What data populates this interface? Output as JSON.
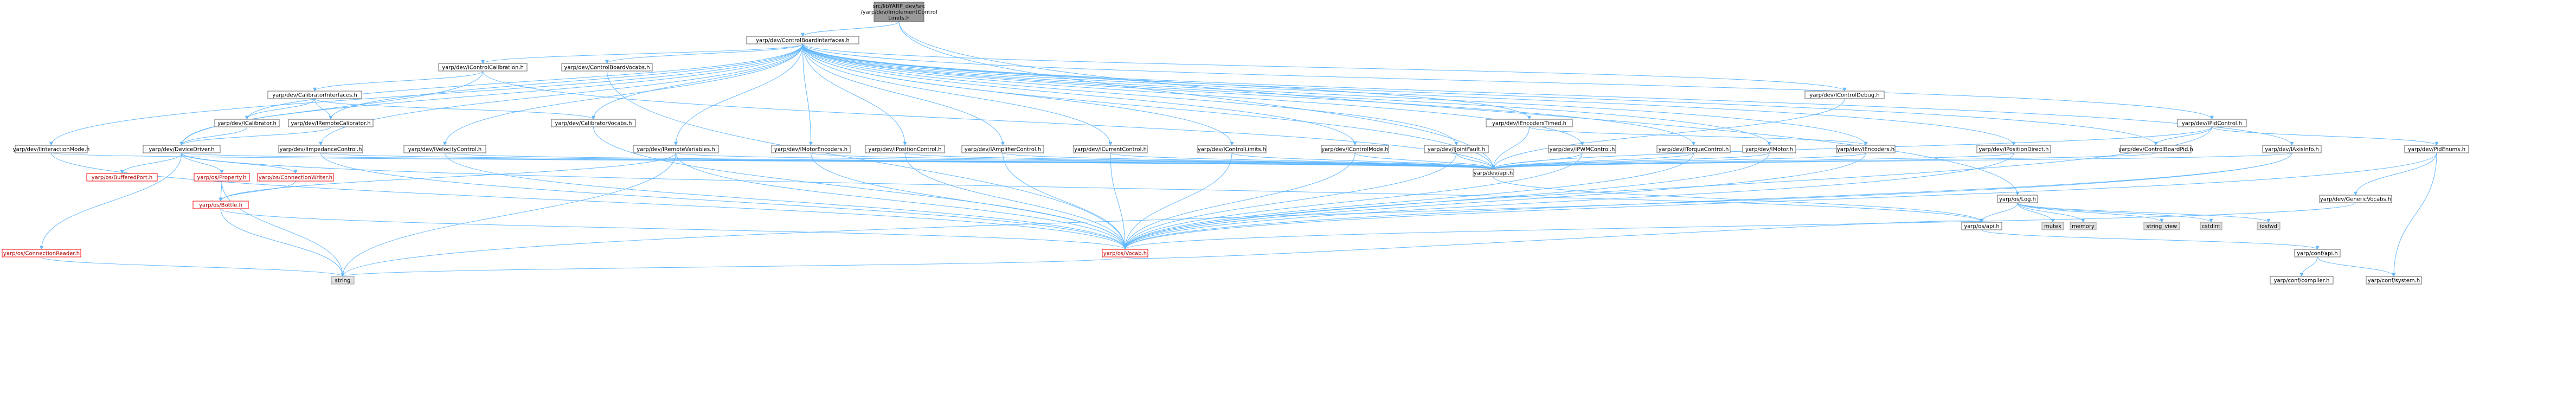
{
  "colors": {
    "root_fill": "#999999",
    "root_border": "#666666",
    "normal_fill": "#ffffff",
    "normal_border": "#666666",
    "normal_text": "#000000",
    "red_text": "#b30000",
    "red_border": "#ff0000",
    "system_fill": "#e0e0e0",
    "system_border": "#999999",
    "edge": "#63b8ff"
  },
  "nodes": [
    {
      "id": "root",
      "lines": [
        "src/libYARP_dev/src",
        "/yarp/dev/ImplementControl",
        "Limits.h"
      ],
      "style": "root"
    },
    {
      "id": "cbi",
      "lines": [
        "yarp/dev/ControlBoardInterfaces.h"
      ],
      "style": "normal"
    },
    {
      "id": "icc",
      "lines": [
        "yarp/dev/IControlCalibration.h"
      ],
      "style": "normal"
    },
    {
      "id": "cbv",
      "lines": [
        "yarp/dev/ControlBoardVocabs.h"
      ],
      "style": "normal"
    },
    {
      "id": "cif",
      "lines": [
        "yarp/dev/CalibratorInterfaces.h"
      ],
      "style": "normal"
    },
    {
      "id": "ical",
      "lines": [
        "yarp/dev/ICalibrator.h"
      ],
      "style": "normal"
    },
    {
      "id": "irc",
      "lines": [
        "yarp/dev/IRemoteCalibrator.h"
      ],
      "style": "normal"
    },
    {
      "id": "calv",
      "lines": [
        "yarp/dev/CalibratorVocabs.h"
      ],
      "style": "normal"
    },
    {
      "id": "iet",
      "lines": [
        "yarp/dev/IEncodersTimed.h"
      ],
      "style": "normal"
    },
    {
      "id": "icd",
      "lines": [
        "yarp/dev/IControlDebug.h"
      ],
      "style": "normal"
    },
    {
      "id": "ipid",
      "lines": [
        "yarp/dev/IPidControl.h"
      ],
      "style": "normal"
    },
    {
      "id": "iim",
      "lines": [
        "yarp/dev/IInteractionMode.h"
      ],
      "style": "normal"
    },
    {
      "id": "dd",
      "lines": [
        "yarp/dev/DeviceDriver.h"
      ],
      "style": "normal"
    },
    {
      "id": "iic",
      "lines": [
        "yarp/dev/IImpedanceControl.h"
      ],
      "style": "normal"
    },
    {
      "id": "ivc",
      "lines": [
        "yarp/dev/IVelocityControl.h"
      ],
      "style": "normal"
    },
    {
      "id": "irv",
      "lines": [
        "yarp/dev/IRemoteVariables.h"
      ],
      "style": "normal"
    },
    {
      "id": "ime",
      "lines": [
        "yarp/dev/IMotorEncoders.h"
      ],
      "style": "normal"
    },
    {
      "id": "ipc",
      "lines": [
        "yarp/dev/IPositionControl.h"
      ],
      "style": "normal"
    },
    {
      "id": "iac",
      "lines": [
        "yarp/dev/IAmplifierControl.h"
      ],
      "style": "normal"
    },
    {
      "id": "icuc",
      "lines": [
        "yarp/dev/ICurrentControl.h"
      ],
      "style": "normal"
    },
    {
      "id": "icl",
      "lines": [
        "yarp/dev/IControlLimits.h"
      ],
      "style": "normal"
    },
    {
      "id": "icm",
      "lines": [
        "yarp/dev/IControlMode.h"
      ],
      "style": "normal"
    },
    {
      "id": "ijf",
      "lines": [
        "yarp/dev/IJointFault.h"
      ],
      "style": "normal"
    },
    {
      "id": "ipwm",
      "lines": [
        "yarp/dev/IPWMControl.h"
      ],
      "style": "normal"
    },
    {
      "id": "itc",
      "lines": [
        "yarp/dev/ITorqueControl.h"
      ],
      "style": "normal"
    },
    {
      "id": "imot",
      "lines": [
        "yarp/dev/IMotor.h"
      ],
      "style": "normal"
    },
    {
      "id": "ienc",
      "lines": [
        "yarp/dev/IEncoders.h"
      ],
      "style": "normal"
    },
    {
      "id": "ipd",
      "lines": [
        "yarp/dev/IPositionDirect.h"
      ],
      "style": "normal"
    },
    {
      "id": "cbp",
      "lines": [
        "yarp/dev/ControlBoardPid.h"
      ],
      "style": "normal"
    },
    {
      "id": "iai",
      "lines": [
        "yarp/dev/IAxisInfo.h"
      ],
      "style": "normal"
    },
    {
      "id": "pide",
      "lines": [
        "yarp/dev/PidEnums.h"
      ],
      "style": "normal"
    },
    {
      "id": "gv",
      "lines": [
        "yarp/dev/GenericVocabs.h"
      ],
      "style": "normal"
    },
    {
      "id": "devapi",
      "lines": [
        "yarp/dev/api.h"
      ],
      "style": "normal"
    },
    {
      "id": "log",
      "lines": [
        "yarp/os/Log.h"
      ],
      "style": "normal"
    },
    {
      "id": "osapi",
      "lines": [
        "yarp/os/api.h"
      ],
      "style": "normal"
    },
    {
      "id": "vocab",
      "lines": [
        "yarp/os/Vocab.h"
      ],
      "style": "red"
    },
    {
      "id": "bport",
      "lines": [
        "yarp/os/BufferedPort.h"
      ],
      "style": "red"
    },
    {
      "id": "prop",
      "lines": [
        "yarp/os/Property.h"
      ],
      "style": "red"
    },
    {
      "id": "cwrite",
      "lines": [
        "yarp/os/ConnectionWriter.h"
      ],
      "style": "red"
    },
    {
      "id": "bottle",
      "lines": [
        "yarp/os/Bottle.h"
      ],
      "style": "red"
    },
    {
      "id": "cread",
      "lines": [
        "yarp/os/ConnectionReader.h"
      ],
      "style": "red"
    },
    {
      "id": "string",
      "lines": [
        "string"
      ],
      "style": "system"
    },
    {
      "id": "mutex",
      "lines": [
        "mutex"
      ],
      "style": "system"
    },
    {
      "id": "memory",
      "lines": [
        "memory"
      ],
      "style": "system"
    },
    {
      "id": "sview",
      "lines": [
        "string_view"
      ],
      "style": "system"
    },
    {
      "id": "cstdint",
      "lines": [
        "cstdint"
      ],
      "style": "system"
    },
    {
      "id": "iosfwd",
      "lines": [
        "iosfwd"
      ],
      "style": "system"
    },
    {
      "id": "conf",
      "lines": [
        "yarp/conf/api.h"
      ],
      "style": "normal"
    },
    {
      "id": "compiler",
      "lines": [
        "yarp/conf/compiler.h"
      ],
      "style": "normal"
    },
    {
      "id": "system",
      "lines": [
        "yarp/conf/system.h"
      ],
      "style": "normal"
    }
  ],
  "edges": [
    [
      "root",
      "cbi"
    ],
    [
      "root",
      "devapi"
    ],
    [
      "root",
      "log"
    ],
    [
      "cbi",
      "icc"
    ],
    [
      "cbi",
      "cbv"
    ],
    [
      "cbi",
      "ical"
    ],
    [
      "cbi",
      "irc"
    ],
    [
      "cbi",
      "calv"
    ],
    [
      "cbi",
      "iet"
    ],
    [
      "cbi",
      "icd"
    ],
    [
      "cbi",
      "ipid"
    ],
    [
      "cbi",
      "iim"
    ],
    [
      "cbi",
      "dd"
    ],
    [
      "cbi",
      "iic"
    ],
    [
      "cbi",
      "ivc"
    ],
    [
      "cbi",
      "irv"
    ],
    [
      "cbi",
      "ime"
    ],
    [
      "cbi",
      "ipc"
    ],
    [
      "cbi",
      "iac"
    ],
    [
      "cbi",
      "icuc"
    ],
    [
      "cbi",
      "icl"
    ],
    [
      "cbi",
      "icm"
    ],
    [
      "cbi",
      "ijf"
    ],
    [
      "cbi",
      "ipwm"
    ],
    [
      "cbi",
      "itc"
    ],
    [
      "cbi",
      "imot"
    ],
    [
      "cbi",
      "ienc"
    ],
    [
      "cbi",
      "ipd"
    ],
    [
      "cbi",
      "cbp"
    ],
    [
      "cbi",
      "iai"
    ],
    [
      "cbi",
      "devapi"
    ],
    [
      "icc",
      "cif"
    ],
    [
      "icc",
      "dd"
    ],
    [
      "icc",
      "devapi"
    ],
    [
      "cif",
      "ical"
    ],
    [
      "cif",
      "irc"
    ],
    [
      "cif",
      "calv"
    ],
    [
      "ical",
      "dd"
    ],
    [
      "irc",
      "dd"
    ],
    [
      "calv",
      "vocab"
    ],
    [
      "cbv",
      "vocab"
    ],
    [
      "iet",
      "ienc"
    ],
    [
      "iet",
      "devapi"
    ],
    [
      "icd",
      "devapi"
    ],
    [
      "ipid",
      "cbp"
    ],
    [
      "ipid",
      "pide"
    ],
    [
      "ipid",
      "devapi"
    ],
    [
      "ipid",
      "vocab"
    ],
    [
      "iim",
      "devapi"
    ],
    [
      "iim",
      "vocab"
    ],
    [
      "dd",
      "bport"
    ],
    [
      "dd",
      "prop"
    ],
    [
      "dd",
      "cwrite"
    ],
    [
      "dd",
      "cread"
    ],
    [
      "dd",
      "devapi"
    ],
    [
      "dd",
      "osapi"
    ],
    [
      "iic",
      "devapi"
    ],
    [
      "iic",
      "vocab"
    ],
    [
      "ivc",
      "devapi"
    ],
    [
      "ivc",
      "vocab"
    ],
    [
      "irv",
      "bottle"
    ],
    [
      "irv",
      "devapi"
    ],
    [
      "irv",
      "vocab"
    ],
    [
      "irv",
      "string"
    ],
    [
      "ime",
      "devapi"
    ],
    [
      "ime",
      "vocab"
    ],
    [
      "ipc",
      "devapi"
    ],
    [
      "ipc",
      "vocab"
    ],
    [
      "iac",
      "devapi"
    ],
    [
      "iac",
      "vocab"
    ],
    [
      "icuc",
      "devapi"
    ],
    [
      "icuc",
      "vocab"
    ],
    [
      "icl",
      "devapi"
    ],
    [
      "icl",
      "vocab"
    ],
    [
      "icm",
      "devapi"
    ],
    [
      "icm",
      "vocab"
    ],
    [
      "ijf",
      "devapi"
    ],
    [
      "ijf",
      "vocab"
    ],
    [
      "ipwm",
      "devapi"
    ],
    [
      "ipwm",
      "vocab"
    ],
    [
      "itc",
      "devapi"
    ],
    [
      "itc",
      "vocab"
    ],
    [
      "imot",
      "devapi"
    ],
    [
      "imot",
      "vocab"
    ],
    [
      "ienc",
      "devapi"
    ],
    [
      "ienc",
      "vocab"
    ],
    [
      "ipd",
      "devapi"
    ],
    [
      "ipd",
      "vocab"
    ],
    [
      "cbp",
      "devapi"
    ],
    [
      "iai",
      "devapi"
    ],
    [
      "iai",
      "vocab"
    ],
    [
      "iai",
      "string"
    ],
    [
      "pide",
      "gv"
    ],
    [
      "pide",
      "vocab"
    ],
    [
      "pide",
      "system"
    ],
    [
      "gv",
      "vocab"
    ],
    [
      "prop",
      "bottle"
    ],
    [
      "prop",
      "string"
    ],
    [
      "cwrite",
      "bottle"
    ],
    [
      "bottle",
      "vocab"
    ],
    [
      "bottle",
      "string"
    ],
    [
      "cread",
      "string"
    ],
    [
      "devapi",
      "osapi"
    ],
    [
      "log",
      "osapi"
    ],
    [
      "log",
      "mutex"
    ],
    [
      "log",
      "memory"
    ],
    [
      "log",
      "sview"
    ],
    [
      "log",
      "cstdint"
    ],
    [
      "log",
      "iosfwd"
    ],
    [
      "osapi",
      "conf"
    ],
    [
      "vocab",
      "osapi"
    ],
    [
      "vocab",
      "string"
    ],
    [
      "conf",
      "compiler"
    ],
    [
      "conf",
      "system"
    ]
  ]
}
